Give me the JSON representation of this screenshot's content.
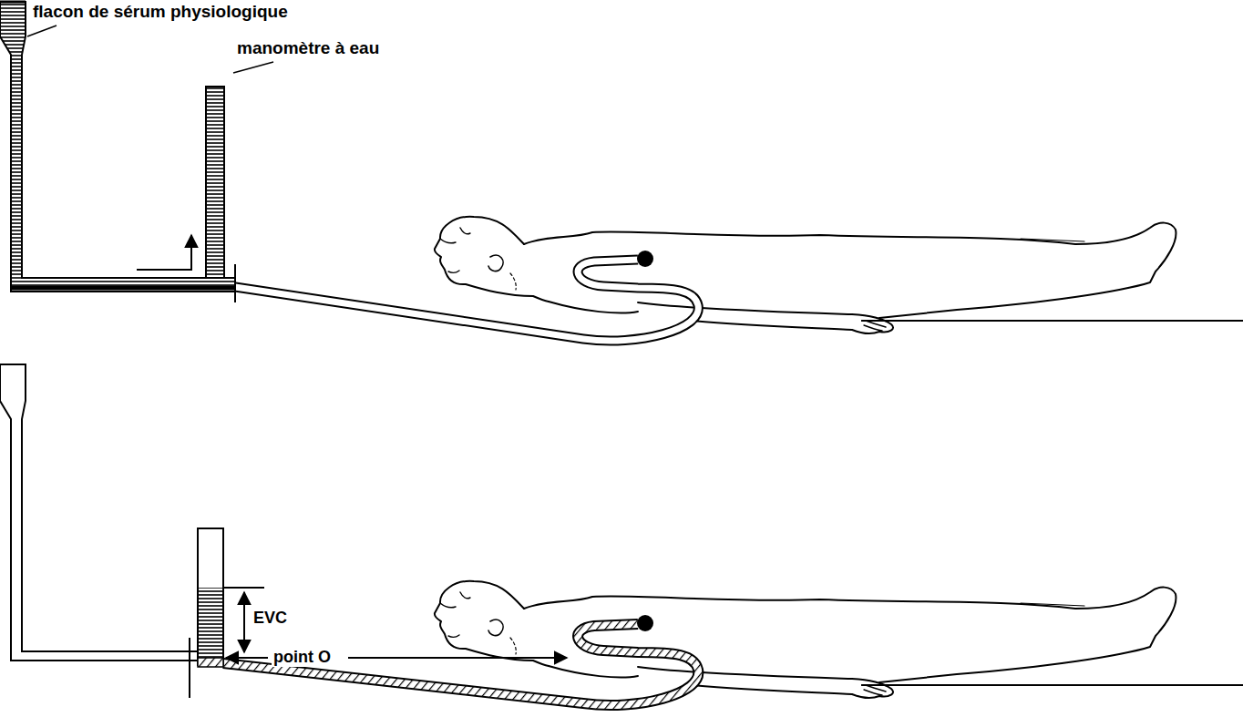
{
  "diagram": {
    "labels": [
      "flacon de sérum physiologique",
      "manomètre à eau",
      "EVC",
      "point O"
    ]
  }
}
